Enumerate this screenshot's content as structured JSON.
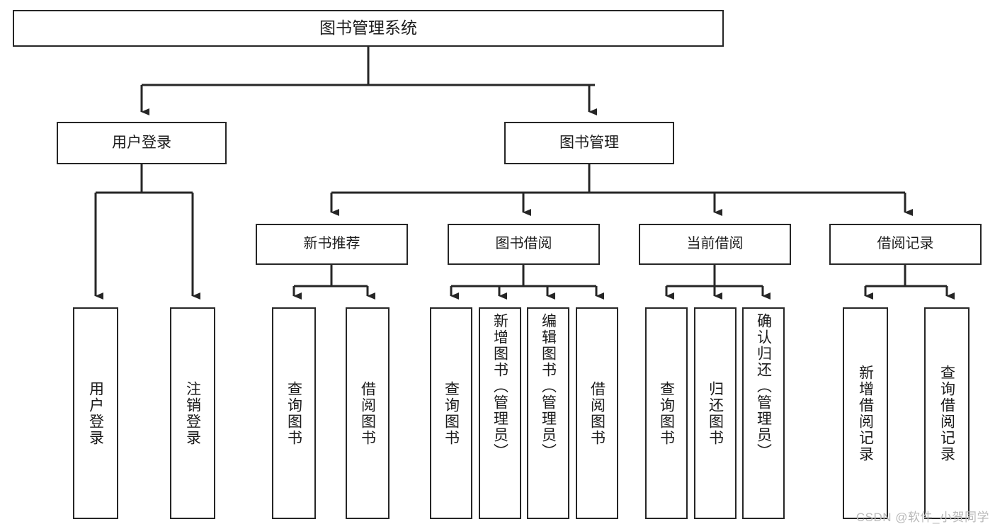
{
  "diagram": {
    "title": "图书管理系统",
    "type": "hierarchy-tree",
    "watermark": "CSDN @软件_小贺同学",
    "colors": {
      "stroke": "#262626",
      "box_fill": "#ffffff",
      "text": "#1b1b1b",
      "background": "#ffffff",
      "watermark": "#b9b9b9"
    },
    "root": {
      "id": "root",
      "label": "图书管理系统"
    },
    "level1": [
      {
        "id": "user-login",
        "label": "用户登录"
      },
      {
        "id": "book-management",
        "label": "图书管理"
      }
    ],
    "level2": [
      {
        "id": "new-book-recommend",
        "label": "新书推荐",
        "parent": "book-management"
      },
      {
        "id": "book-borrow",
        "label": "图书借阅",
        "parent": "book-management"
      },
      {
        "id": "current-borrow",
        "label": "当前借阅",
        "parent": "book-management"
      },
      {
        "id": "borrow-record",
        "label": "借阅记录",
        "parent": "book-management"
      }
    ],
    "leaves": [
      {
        "id": "leaf-user-login",
        "label": "用户登录",
        "parent": "user-login"
      },
      {
        "id": "leaf-logout-login",
        "label": "注销登录",
        "parent": "user-login"
      },
      {
        "id": "leaf-query-book-1",
        "label": "查询图书",
        "parent": "new-book-recommend"
      },
      {
        "id": "leaf-borrow-book-1",
        "label": "借阅图书",
        "parent": "new-book-recommend"
      },
      {
        "id": "leaf-query-book-2",
        "label": "查询图书",
        "parent": "book-borrow"
      },
      {
        "id": "leaf-add-book",
        "label": "新增图书（管理员）",
        "parent": "book-borrow"
      },
      {
        "id": "leaf-edit-book",
        "label": "编辑图书（管理员）",
        "parent": "book-borrow"
      },
      {
        "id": "leaf-borrow-book-2",
        "label": "借阅图书",
        "parent": "book-borrow"
      },
      {
        "id": "leaf-query-book-3",
        "label": "查询图书",
        "parent": "current-borrow"
      },
      {
        "id": "leaf-return-book",
        "label": "归还图书",
        "parent": "current-borrow"
      },
      {
        "id": "leaf-confirm-return",
        "label": "确认归还（管理员）",
        "parent": "current-borrow"
      },
      {
        "id": "leaf-add-record",
        "label": "新增借阅记录",
        "parent": "borrow-record"
      },
      {
        "id": "leaf-query-record",
        "label": "查询借阅记录",
        "parent": "borrow-record"
      }
    ]
  }
}
